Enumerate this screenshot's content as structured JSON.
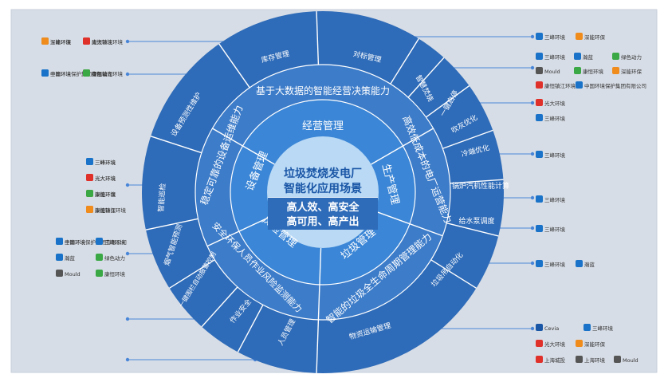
{
  "center": {
    "title_line1": "垃圾焚烧发电厂",
    "title_line2": "智能化应用场景",
    "subtitle_line1": "高人效、高安全",
    "subtitle_line2": "高可用、高产出"
  },
  "quadrants": {
    "top": "经营管理",
    "right": "生产管理",
    "bottom": "垃圾管理",
    "left": "设备管理",
    "bottom_left": "风险管理"
  },
  "capabilities": {
    "top": "基于大数据的智能经营决策能力",
    "right": "高效低成本的电厂运营能力",
    "bottom": "智能的垃圾全生命周期管理能力",
    "left": "稳定可靠的设备运维能力",
    "bottom_left": "安全环保人员作业风险监测能力"
  },
  "scenarios": {
    "inventory": "库存管理",
    "benchmark": "对标管理",
    "smart_burn": "智慧焚烧",
    "one_key_start": "一键启停",
    "soot_blow": "吹灰优化",
    "cold_end": "冷端优化",
    "boiler_perf": "锅炉汽机性能计算",
    "pump_dispatch": "给水泵调度",
    "crane_auto": "垃圾吊自动化",
    "logistics": "物资运输管理",
    "personnel": "人员管理",
    "work_safety": "作业安全",
    "fence_alarm": "一键围栏自动报警控制",
    "smoke_predict": "烟气智能预测",
    "inspection": "智能巡检",
    "equip_predict": "设备预测性维护"
  },
  "vendors": {
    "left": [
      [
        "三峰环境",
        "光大环境"
      ],
      [
        "三峰环境",
        "康恒镇江环境"
      ],
      [
        "三峰环境",
        "光大环境"
      ],
      [
        "深能环保"
      ],
      [
        "康恒镇江环境"
      ],
      [
        "中国环境保护集团有限公司"
      ],
      [
        "三峰环境",
        "瀚蓝"
      ],
      [
        "绿色动力",
        "Mould"
      ],
      [
        "康恒环境",
        "深能环保"
      ],
      [
        "康恒镇江环境",
        "中国环境保护集团有限公司"
      ],
      [
        "绿色动力"
      ],
      [
        "三峰环境",
        "光大环境"
      ],
      [
        "康恒环境",
        "深能环保"
      ],
      [
        "三峰环境"
      ]
    ],
    "right": [
      [
        "三峰环境",
        "深能环保"
      ],
      [
        "三峰环境",
        "瀚蓝",
        "绿色动力"
      ],
      [
        "Mould",
        "康恒环境",
        "深能环保"
      ],
      [
        "康恒镇江环境",
        "中国环境保护集团有限公司"
      ],
      [
        "光大环境"
      ],
      [
        "三峰环境"
      ],
      [
        "三峰环境"
      ],
      [
        "三峰环境"
      ],
      [
        "三峰环境"
      ],
      [
        "三峰环境",
        "瀚蓝"
      ],
      [
        "Cevia",
        "三峰环境"
      ],
      [
        "光大环境",
        "深能环保"
      ],
      [
        "上海城投",
        "上海环境",
        "Mould"
      ]
    ]
  },
  "colors": {
    "panel": "#d7dde6",
    "outer_ring": "#2e6bb8",
    "middle_ring": "#3d7cc9",
    "inner_ring": "#3b86d6",
    "core": "#b9d9f5",
    "divider": "#ffffff",
    "leader": "#4a86d8",
    "logo_red": "#e0302a",
    "logo_blue": "#1a73c8",
    "logo_green": "#3aa845",
    "logo_orange": "#f08c1c"
  }
}
